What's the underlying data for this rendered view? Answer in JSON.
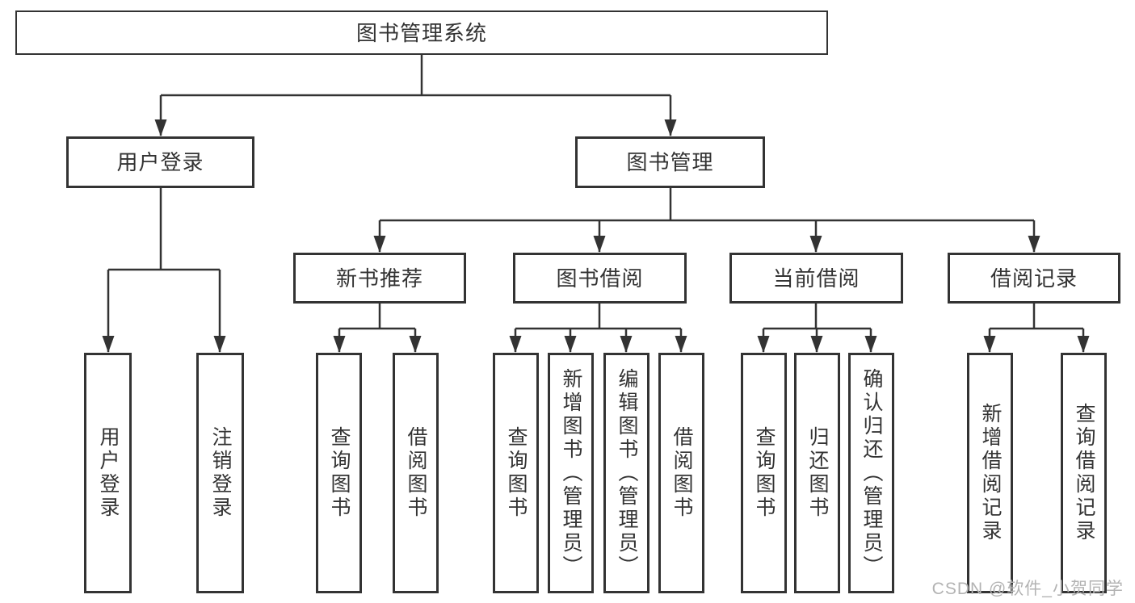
{
  "diagram": {
    "type": "hierarchy-tree",
    "tree": {
      "label": "图书管理系统",
      "children": [
        {
          "label": "用户登录",
          "children": [
            {
              "label": "用户登录"
            },
            {
              "label": "注销登录"
            }
          ]
        },
        {
          "label": "图书管理",
          "children": [
            {
              "label": "新书推荐",
              "children": [
                {
                  "label": "查询图书"
                },
                {
                  "label": "借阅图书"
                }
              ]
            },
            {
              "label": "图书借阅",
              "children": [
                {
                  "label": "查询图书"
                },
                {
                  "label": "新增图书（管理员）"
                },
                {
                  "label": "编辑图书（管理员）"
                },
                {
                  "label": "借阅图书"
                }
              ]
            },
            {
              "label": "当前借阅",
              "children": [
                {
                  "label": "查询图书"
                },
                {
                  "label": "归还图书"
                },
                {
                  "label": "确认归还（管理员）"
                }
              ]
            },
            {
              "label": "借阅记录",
              "children": [
                {
                  "label": "新增借阅记录"
                },
                {
                  "label": "查询借阅记录"
                }
              ]
            }
          ]
        }
      ]
    },
    "colors": {
      "line": "#333333",
      "border": "#333333",
      "text": "#333333",
      "node_fill": "#ffffff",
      "background": "#ffffff"
    }
  },
  "watermark": {
    "text": "CSDN @软件_小贺同学",
    "color": "#b3b3b3"
  }
}
